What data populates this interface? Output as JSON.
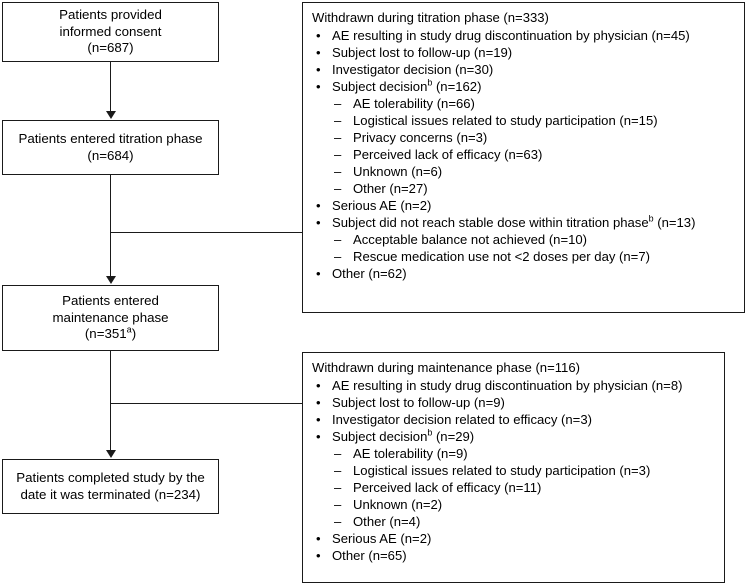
{
  "diagram": {
    "title": "CONSORT-style patient disposition flow diagram",
    "nodes": {
      "consent": {
        "lines": [
          "Patients provided",
          "informed consent",
          "(n=687)"
        ]
      },
      "titration": {
        "lines": [
          "Patients entered titration phase",
          "(n=684)"
        ]
      },
      "maintenance": {
        "line1": "Patients entered",
        "line2": "maintenance phase",
        "line3_pre": "(n=351",
        "line3_sup": "a",
        "line3_post": ")"
      },
      "completed": {
        "lines": [
          "Patients completed study by the",
          "date it was terminated (n=234)"
        ]
      }
    },
    "panels": {
      "titration_withdrawals": {
        "title": "Withdrawn during titration phase (n=333)",
        "bullet_glyph": "•",
        "dash_glyph": "–",
        "items": [
          {
            "level": 1,
            "text": "AE resulting in study drug discontinuation by physician (n=45)"
          },
          {
            "level": 1,
            "text": "Subject lost to follow-up (n=19)"
          },
          {
            "level": 1,
            "text": "Investigator decision (n=30)"
          },
          {
            "level": 1,
            "text_pre": "Subject decision",
            "sup": "b",
            "text_post": " (n=162)"
          },
          {
            "level": 2,
            "text": "AE tolerability (n=66)"
          },
          {
            "level": 2,
            "text": "Logistical issues related to study participation (n=15)"
          },
          {
            "level": 2,
            "text": "Privacy concerns (n=3)"
          },
          {
            "level": 2,
            "text": "Perceived lack of efficacy (n=63)"
          },
          {
            "level": 2,
            "text": "Unknown (n=6)"
          },
          {
            "level": 2,
            "text": "Other (n=27)"
          },
          {
            "level": 1,
            "text": "Serious AE (n=2)"
          },
          {
            "level": 1,
            "text_pre": "Subject did not reach stable dose within titration phase",
            "sup": "b",
            "text_post": " (n=13)"
          },
          {
            "level": 2,
            "text": "Acceptable balance not achieved (n=10)"
          },
          {
            "level": 2,
            "text": "Rescue medication use not <2 doses per day (n=7)"
          },
          {
            "level": 1,
            "text": "Other (n=62)"
          }
        ]
      },
      "maintenance_withdrawals": {
        "title": "Withdrawn during maintenance phase (n=116)",
        "bullet_glyph": "•",
        "dash_glyph": "–",
        "items": [
          {
            "level": 1,
            "text": "AE resulting in study drug discontinuation by physician (n=8)"
          },
          {
            "level": 1,
            "text": "Subject lost to follow-up (n=9)"
          },
          {
            "level": 1,
            "text": "Investigator decision related to efficacy (n=3)"
          },
          {
            "level": 1,
            "text_pre": "Subject decision",
            "sup": "b",
            "text_post": " (n=29)"
          },
          {
            "level": 2,
            "text": "AE tolerability (n=9)"
          },
          {
            "level": 2,
            "text": "Logistical issues related to study participation (n=3)"
          },
          {
            "level": 2,
            "text": "Perceived lack of efficacy (n=11)"
          },
          {
            "level": 2,
            "text": "Unknown (n=2)"
          },
          {
            "level": 2,
            "text": "Other (n=4)"
          },
          {
            "level": 1,
            "text": "Serious AE (n=2)"
          },
          {
            "level": 1,
            "text": "Other (n=65)"
          }
        ]
      }
    },
    "colors": {
      "stroke": "#1a1a1a",
      "background": "#ffffff",
      "text": "#000000"
    }
  }
}
